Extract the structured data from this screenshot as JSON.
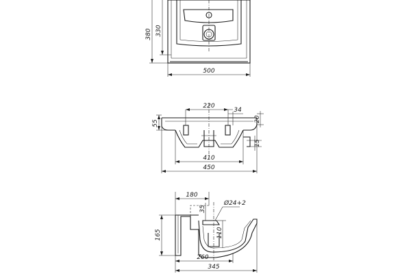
{
  "top_view": {
    "dims": {
      "depth_outer": "380",
      "depth_inner": "330",
      "width": "500"
    }
  },
  "front_view": {
    "dims": {
      "holes_span": "220",
      "hole_offset": "34",
      "rim_left": "55",
      "rim_right": "20",
      "drop": "15",
      "inner_width": "410",
      "outer_width": "450"
    }
  },
  "side_view": {
    "dims": {
      "overhang": "180",
      "drain_offset": "35",
      "drain_diameter": "Ø24+2",
      "height": "165",
      "drain_height": "110",
      "depth": "260",
      "total_depth": "345"
    }
  }
}
